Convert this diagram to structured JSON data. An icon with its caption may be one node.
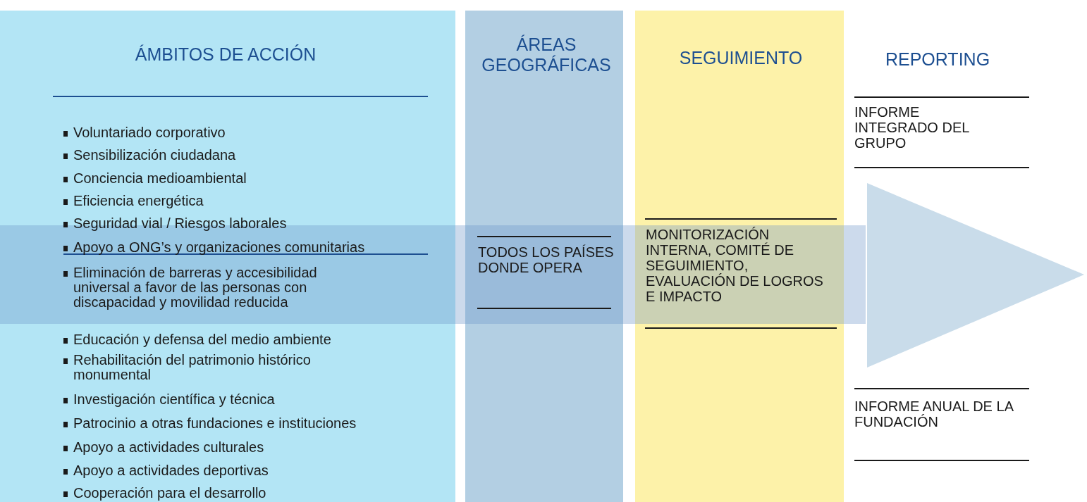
{
  "diagram": {
    "nodes": [
      {
        "text": [
          "ÁMBITOS DE ACCIÓN",
          "Voluntariado corporativo",
          "Sensibilización ciudadana",
          "Conciencia medioambiental",
          "Eficiencia energética",
          "Seguridad vial / Riesgos laborales",
          "Apoyo a ONG’s y organizaciones comunitarias",
          "Eliminación de barreras y accesibilidad universal a favor de las personas con discapacidad y movilidad reducida",
          "Educación y defensa del medio ambiente",
          "Rehabilitación del patrimonio histórico monumental",
          "Investigación científica y técnica",
          "Patrocinio a otras fundaciones e instituciones",
          "Apoyo a actividades culturales",
          "Apoyo a actividades deportivas",
          "Cooperación para el desarrollo"
        ]
      },
      {
        "text": [
          "ÁREAS GEOGRÁFICAS",
          "TODOS LOS PAÍSES DONDE OPERA"
        ]
      },
      {
        "text": [
          "SEGUIMIENTO",
          "MONITORIZACIÓN INTERNA, COMITÉ DE SEGUIMIENTO, EVALUACIÓN DE LOGROS E IMPACTO"
        ]
      }
    ],
    "labels": [
      "REPORTING",
      "INFORME INTEGRADO DEL GRUPO",
      "INFORME ANUAL DE LA FUNDACIÓN"
    ]
  }
}
